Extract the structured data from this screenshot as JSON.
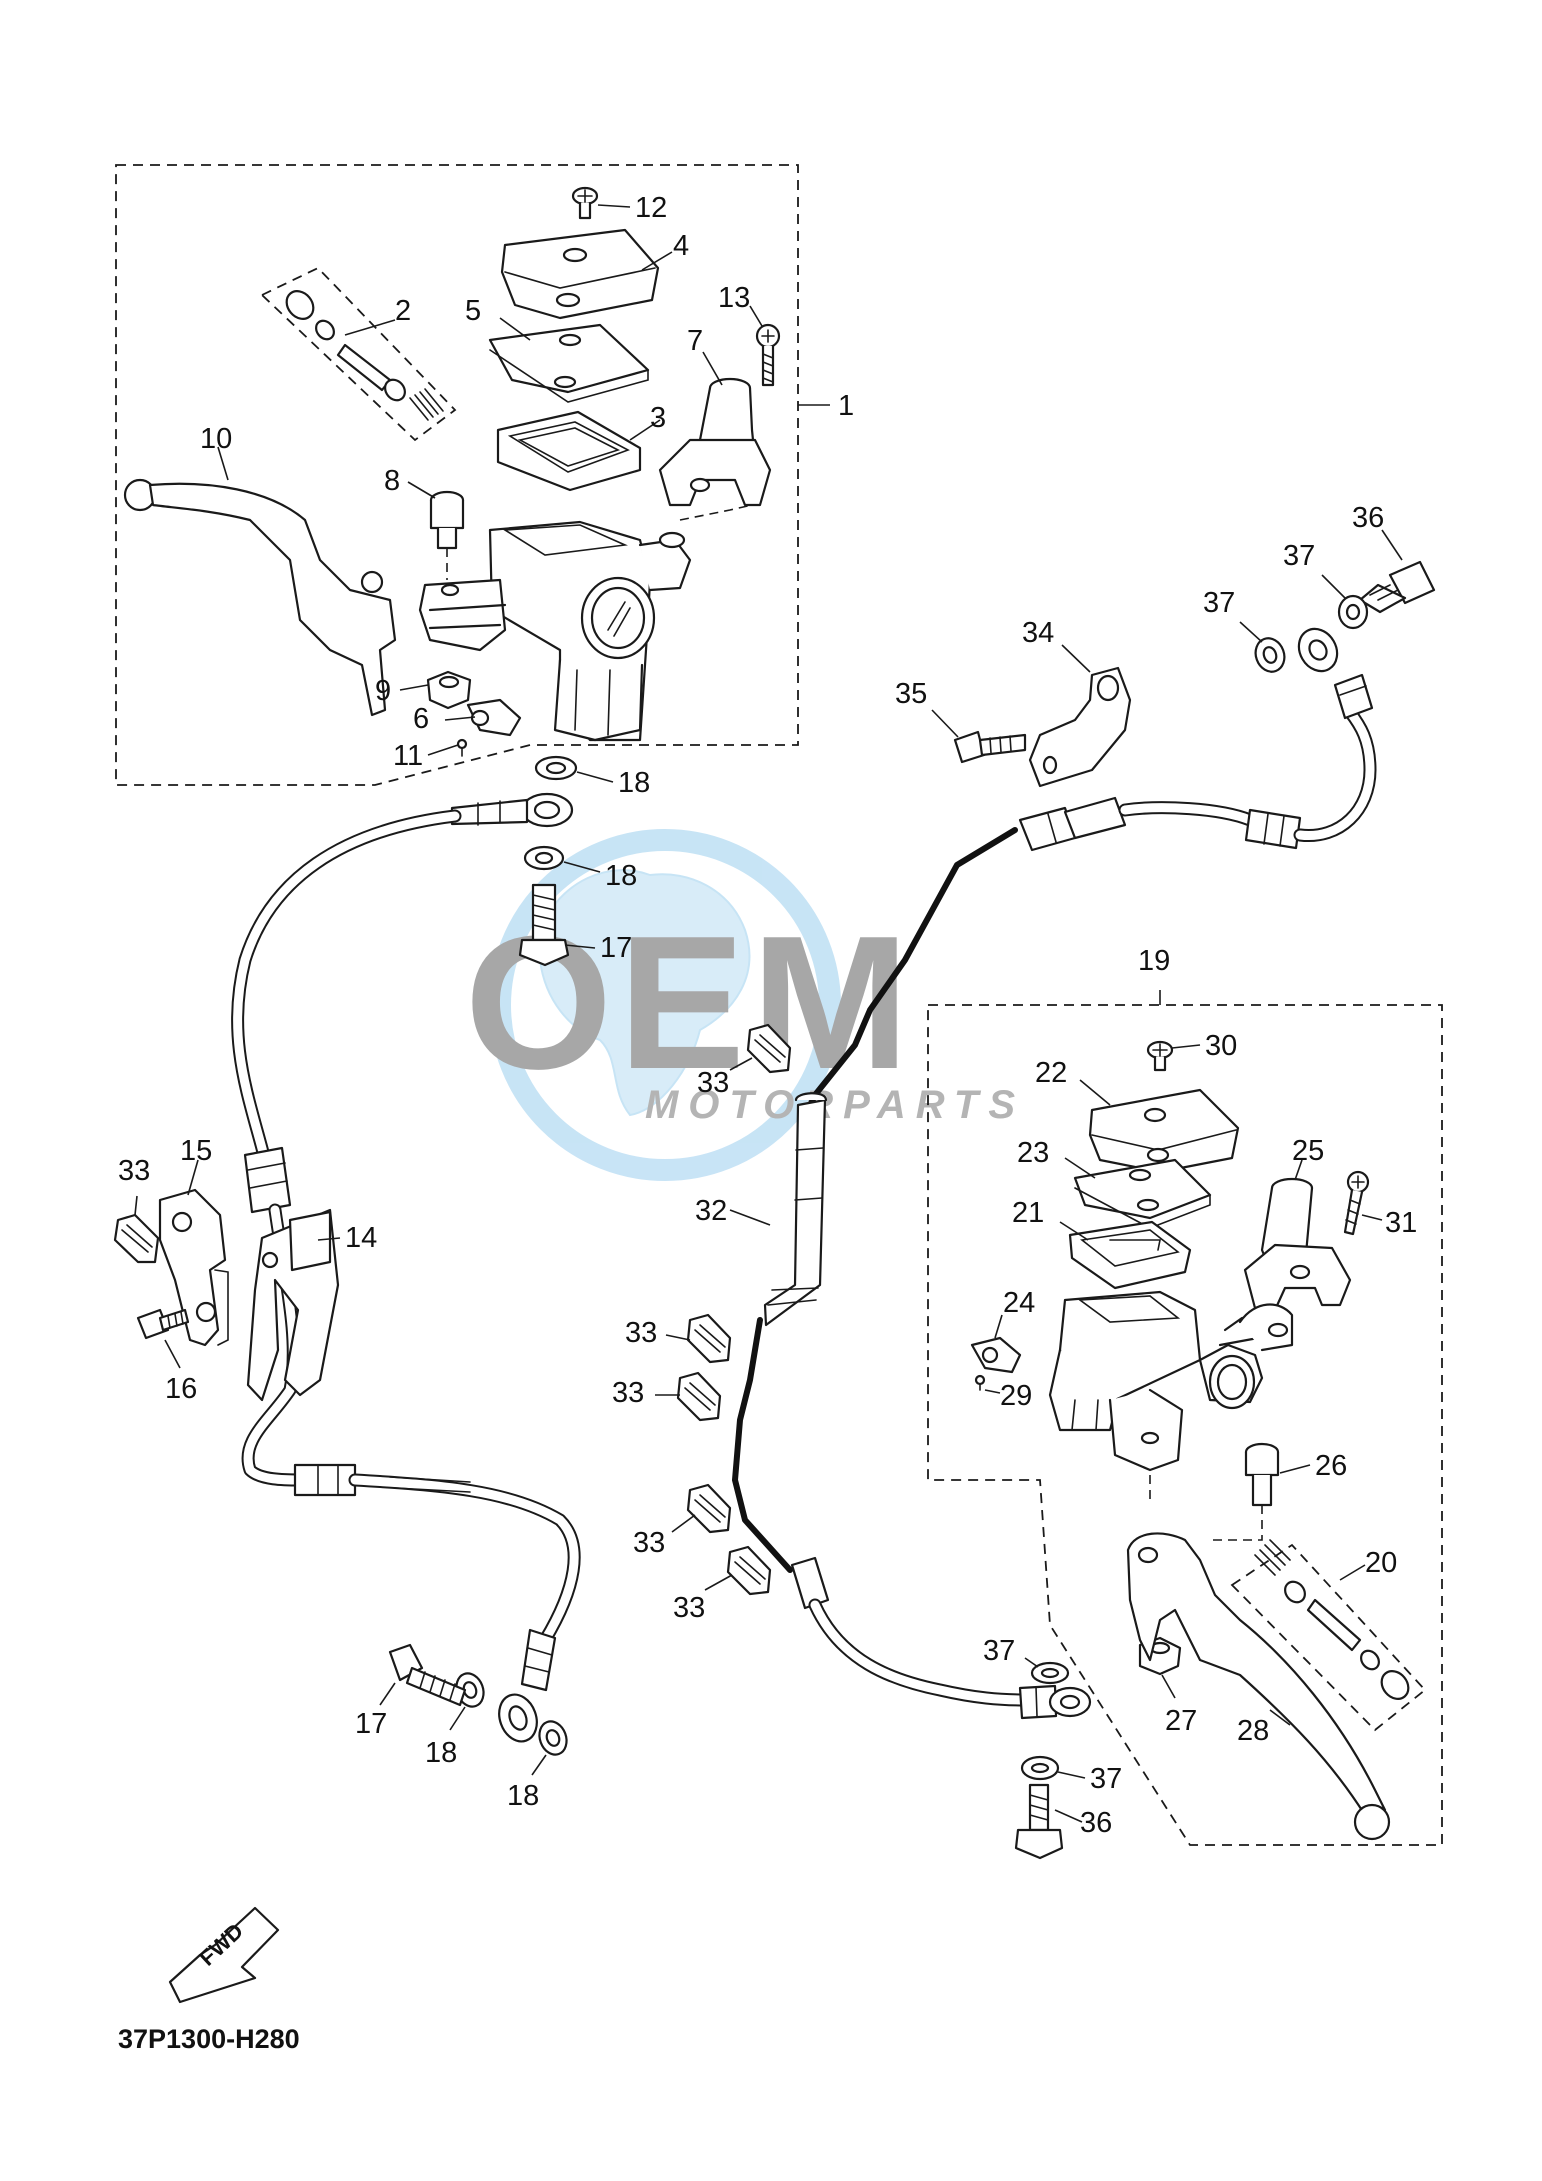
{
  "diagram": {
    "code": "37P1300-H280",
    "fwd_label": "FWD"
  },
  "watermark": {
    "brand": "OEM",
    "subtitle": "MOTORPARTS",
    "colors": {
      "globe": "#bfe0f4",
      "globe_land": "#e8f4fb",
      "letters": "#9e9e9e",
      "subtitle": "#a8a8a8"
    }
  },
  "callouts": [
    "1",
    "2",
    "3",
    "4",
    "5",
    "6",
    "7",
    "8",
    "9",
    "10",
    "11",
    "12",
    "13",
    "14",
    "15",
    "16",
    "17",
    "17",
    "18",
    "18",
    "18",
    "18",
    "19",
    "20",
    "21",
    "22",
    "23",
    "24",
    "25",
    "26",
    "27",
    "28",
    "29",
    "30",
    "31",
    "32",
    "33",
    "33",
    "33",
    "33",
    "33",
    "33",
    "34",
    "35",
    "36",
    "36",
    "37",
    "37",
    "37",
    "37"
  ],
  "parts": [
    {
      "number": "1",
      "name": "master-cylinder-assy-left"
    },
    {
      "number": "19",
      "name": "master-cylinder-assy-right"
    },
    {
      "number": "32",
      "name": "brake-hose"
    },
    {
      "number": "33",
      "name": "hose-clamp"
    }
  ]
}
